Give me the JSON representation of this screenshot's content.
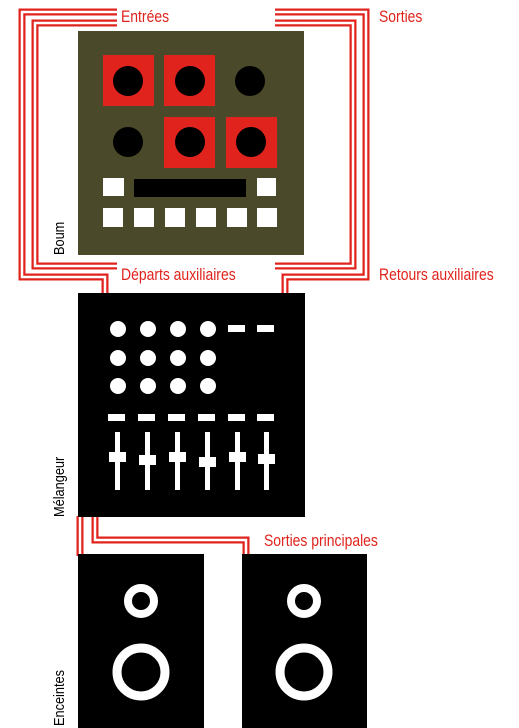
{
  "labels": {
    "inputs": "Entrées",
    "outputs": "Sorties",
    "aux_sends": "Départs auxiliaires",
    "aux_returns": "Retours auxiliaires",
    "main_outputs": "Sorties principales",
    "effect": "Boum",
    "mixer": "Mélangeur",
    "speakers": "Enceintes"
  },
  "colors": {
    "cable": "#e0231c",
    "effect_body": "#4a4a2a",
    "device_body": "#000000",
    "control": "#ffffff"
  },
  "icons": {
    "effect_jack": "jack-socket-icon",
    "mixer_knob": "knob-icon",
    "mixer_fader": "fader-icon",
    "speaker_driver": "speaker-driver-icon"
  }
}
